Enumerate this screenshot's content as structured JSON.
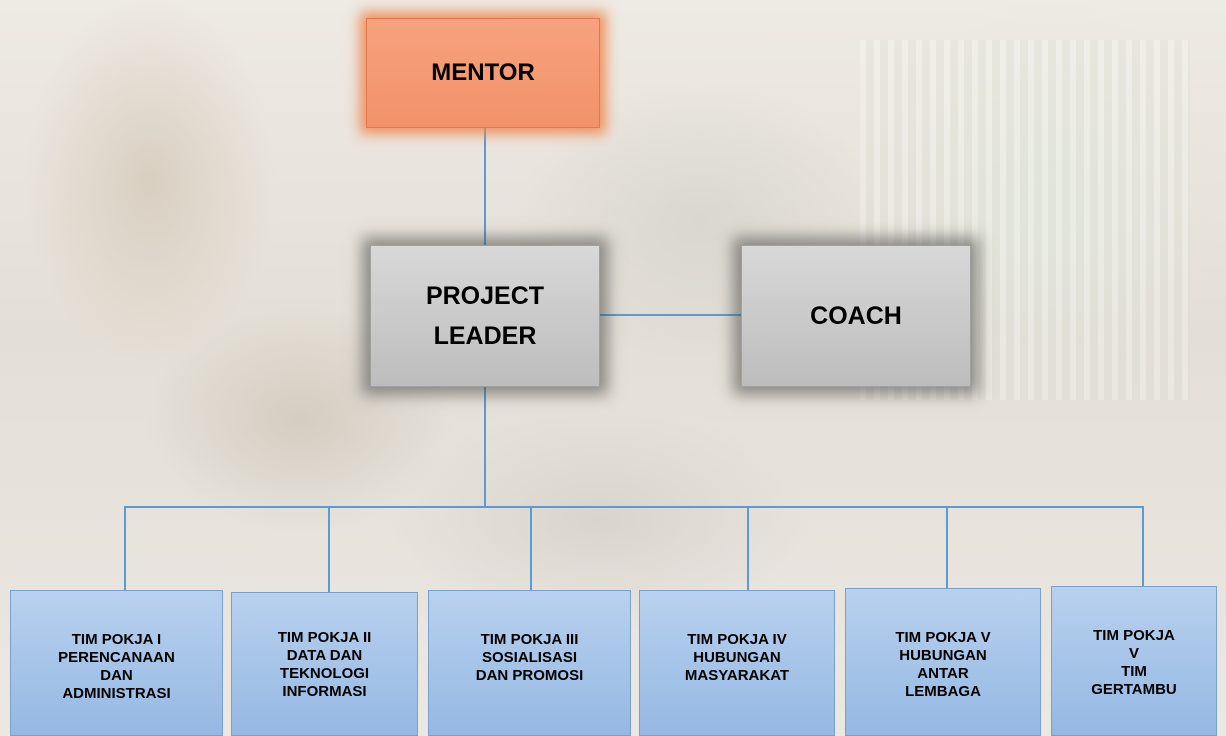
{
  "nodes": {
    "mentor": "MENTOR",
    "project_leader": [
      "PROJECT",
      "LEADER"
    ],
    "coach": "COACH"
  },
  "teams": [
    [
      "TIM POKJA I",
      "PERENCANAAN",
      "DAN",
      "ADMINISTRASI"
    ],
    [
      "TIM POKJA II",
      "DATA DAN",
      "TEKNOLOGI",
      "INFORMASI"
    ],
    [
      "TIM POKJA III",
      "SOSIALISASI",
      "DAN PROMOSI"
    ],
    [
      "TIM POKJA IV",
      "HUBUNGAN",
      "MASYARAKAT"
    ],
    [
      "TIM POKJA V",
      "HUBUNGAN",
      "ANTAR",
      "LEMBAGA"
    ],
    [
      "TIM POKJA",
      "V",
      "TIM",
      "GERTAMBU"
    ]
  ],
  "colors": {
    "connector": "#5b9bd5",
    "mentor_fill": "#f2926a",
    "leader_fill": "#c8c8c8",
    "team_fill": "#a7c4ea"
  }
}
